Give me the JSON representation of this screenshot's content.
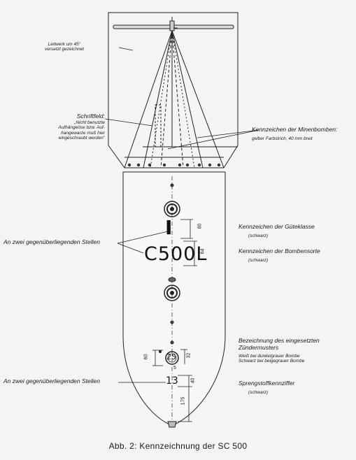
{
  "caption": "Abb. 2: Kennzeichnung der SC 500",
  "tail": {
    "note_line1": "Leitwerk um 45°",
    "note_line2": "versetzt gezeichnet"
  },
  "schriftfeld": {
    "title": "Schriftfeld:",
    "line1": "„Nicht benutzte",
    "line2": "Aufhängeöse bzw. Auf-",
    "line3": "hangewarze muß hier",
    "line4": "eingeschraubt werden\""
  },
  "minenbomben": {
    "title": "Kennzeichen der Minenbomben:",
    "detail": "gelber Farbstrich, 40 mm breit"
  },
  "markings": {
    "quality_mark": "I",
    "type_mark": "C500L",
    "fuze_number": "25",
    "explosive_number": "13"
  },
  "left_labels": {
    "upper": "An zwei gegenüberliegenden Stellen",
    "lower": "An zwei gegenüberliegenden Stellen"
  },
  "right_labels": {
    "quality_title": "Kennzeichen der Güteklasse",
    "quality_color": "(schwarz)",
    "type_title": "Kennzeichen der Bombensorte",
    "type_color": "(schwarz)",
    "fuze_title1": "Bezeichnung des eingesetzten",
    "fuze_title2": "Zündermusters",
    "fuze_note1": "Weiß bei dunkelgrauer Bombe",
    "fuze_note2": "Schwarz bei beigegrauer Bombe",
    "explosive_title": "Sprengstoffkennziffer",
    "explosive_color": "(schwarz)"
  },
  "dimensions": {
    "d80": "80",
    "d64": "64",
    "d60": "60",
    "d32": "32",
    "d5": "5",
    "d40": "40",
    "d175": "175"
  }
}
